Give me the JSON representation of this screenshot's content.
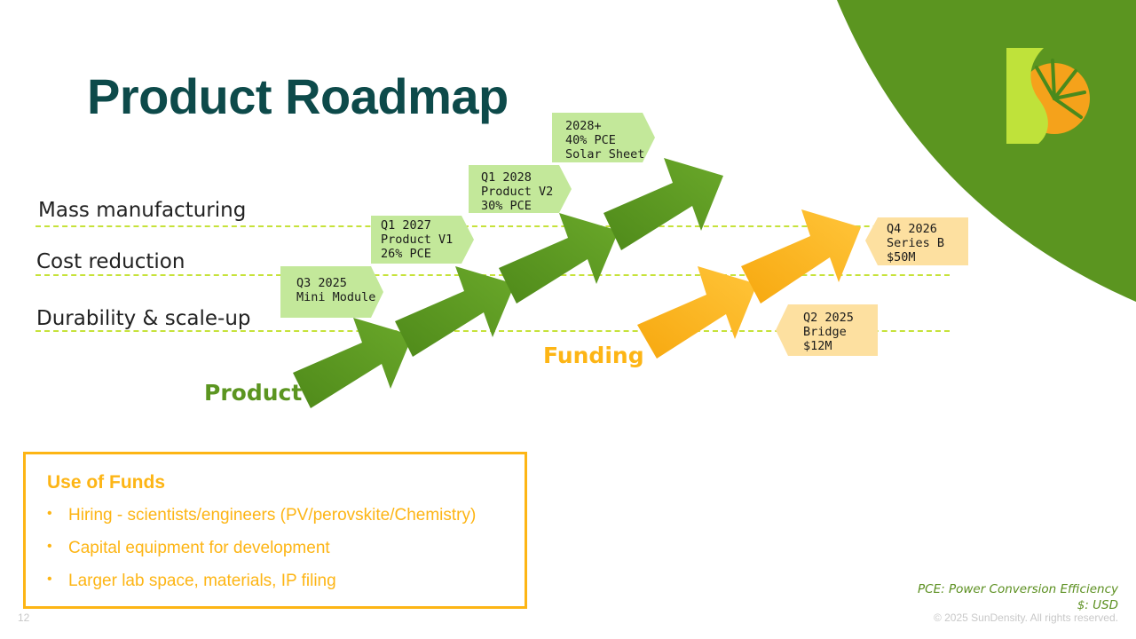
{
  "slide": {
    "title": "Product Roadmap",
    "page_number": "12",
    "copyright": "© 2025 SunDensity. All rights reserved."
  },
  "colors": {
    "title": "#0d4a4a",
    "product_green": "#5b9520",
    "product_light_green": "#c3e89a",
    "funding_orange": "#fdb515",
    "funding_light_orange": "#fde0a0",
    "dash_line": "#c6e23a",
    "corner_green": "#5b9520"
  },
  "rows": [
    {
      "label": "Mass manufacturing"
    },
    {
      "label": "Cost reduction"
    },
    {
      "label": "Durability & scale-up"
    }
  ],
  "product": {
    "label": "Product",
    "milestones": [
      {
        "lines": [
          "Q3 2025",
          "Mini Module"
        ]
      },
      {
        "lines": [
          "Q1 2027",
          "Product V1",
          "26% PCE"
        ]
      },
      {
        "lines": [
          "Q1 2028",
          "Product V2",
          "30% PCE"
        ]
      },
      {
        "lines": [
          "2028+",
          "40% PCE",
          "Solar Sheet"
        ]
      }
    ]
  },
  "funding": {
    "label": "Funding",
    "milestones": [
      {
        "lines": [
          "Q2 2025",
          "Bridge",
          "$12M"
        ]
      },
      {
        "lines": [
          "Q4 2026",
          "Series B",
          "$50M"
        ]
      }
    ]
  },
  "use_of_funds": {
    "title": "Use of Funds",
    "items": [
      "Hiring - scientists/engineers (PV/perovskite/Chemistry)",
      "Capital equipment for development",
      "Larger lab space, materials, IP filing"
    ]
  },
  "footnotes": [
    "PCE: Power Conversion Efficiency",
    "$: USD"
  ],
  "logo": {
    "icon": "sundensity-logo-icon"
  }
}
